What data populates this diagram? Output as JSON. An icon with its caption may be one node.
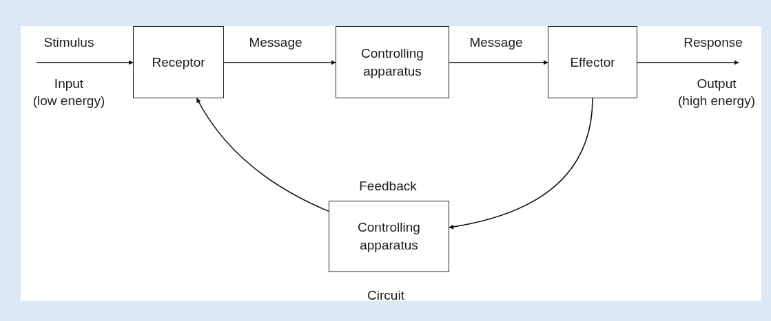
{
  "diagram": {
    "nodes": [
      {
        "text": [
          "Receptor"
        ]
      },
      {
        "text": [
          "Controlling apparatus"
        ]
      },
      {
        "text": [
          "Effector"
        ]
      },
      {
        "text": [
          "Controlling apparatus"
        ],
        "beside": [
          "Feedback",
          "Circuit"
        ]
      }
    ],
    "edges": [
      {
        "from": null,
        "to": 0,
        "arrow": "to",
        "label": "Stimulus"
      },
      {
        "from": 0,
        "to": 1,
        "arrow": "to",
        "label": "Message"
      },
      {
        "from": 1,
        "to": 2,
        "arrow": "to",
        "label": "Message"
      },
      {
        "from": 2,
        "to": null,
        "arrow": "to",
        "label": "Response"
      },
      {
        "from": 2,
        "to": 3,
        "arrow": "to"
      },
      {
        "from": 3,
        "to": 0,
        "arrow": "to"
      }
    ],
    "labels": [
      "Input",
      "(low energy)",
      "Output",
      "(high energy)"
    ]
  }
}
